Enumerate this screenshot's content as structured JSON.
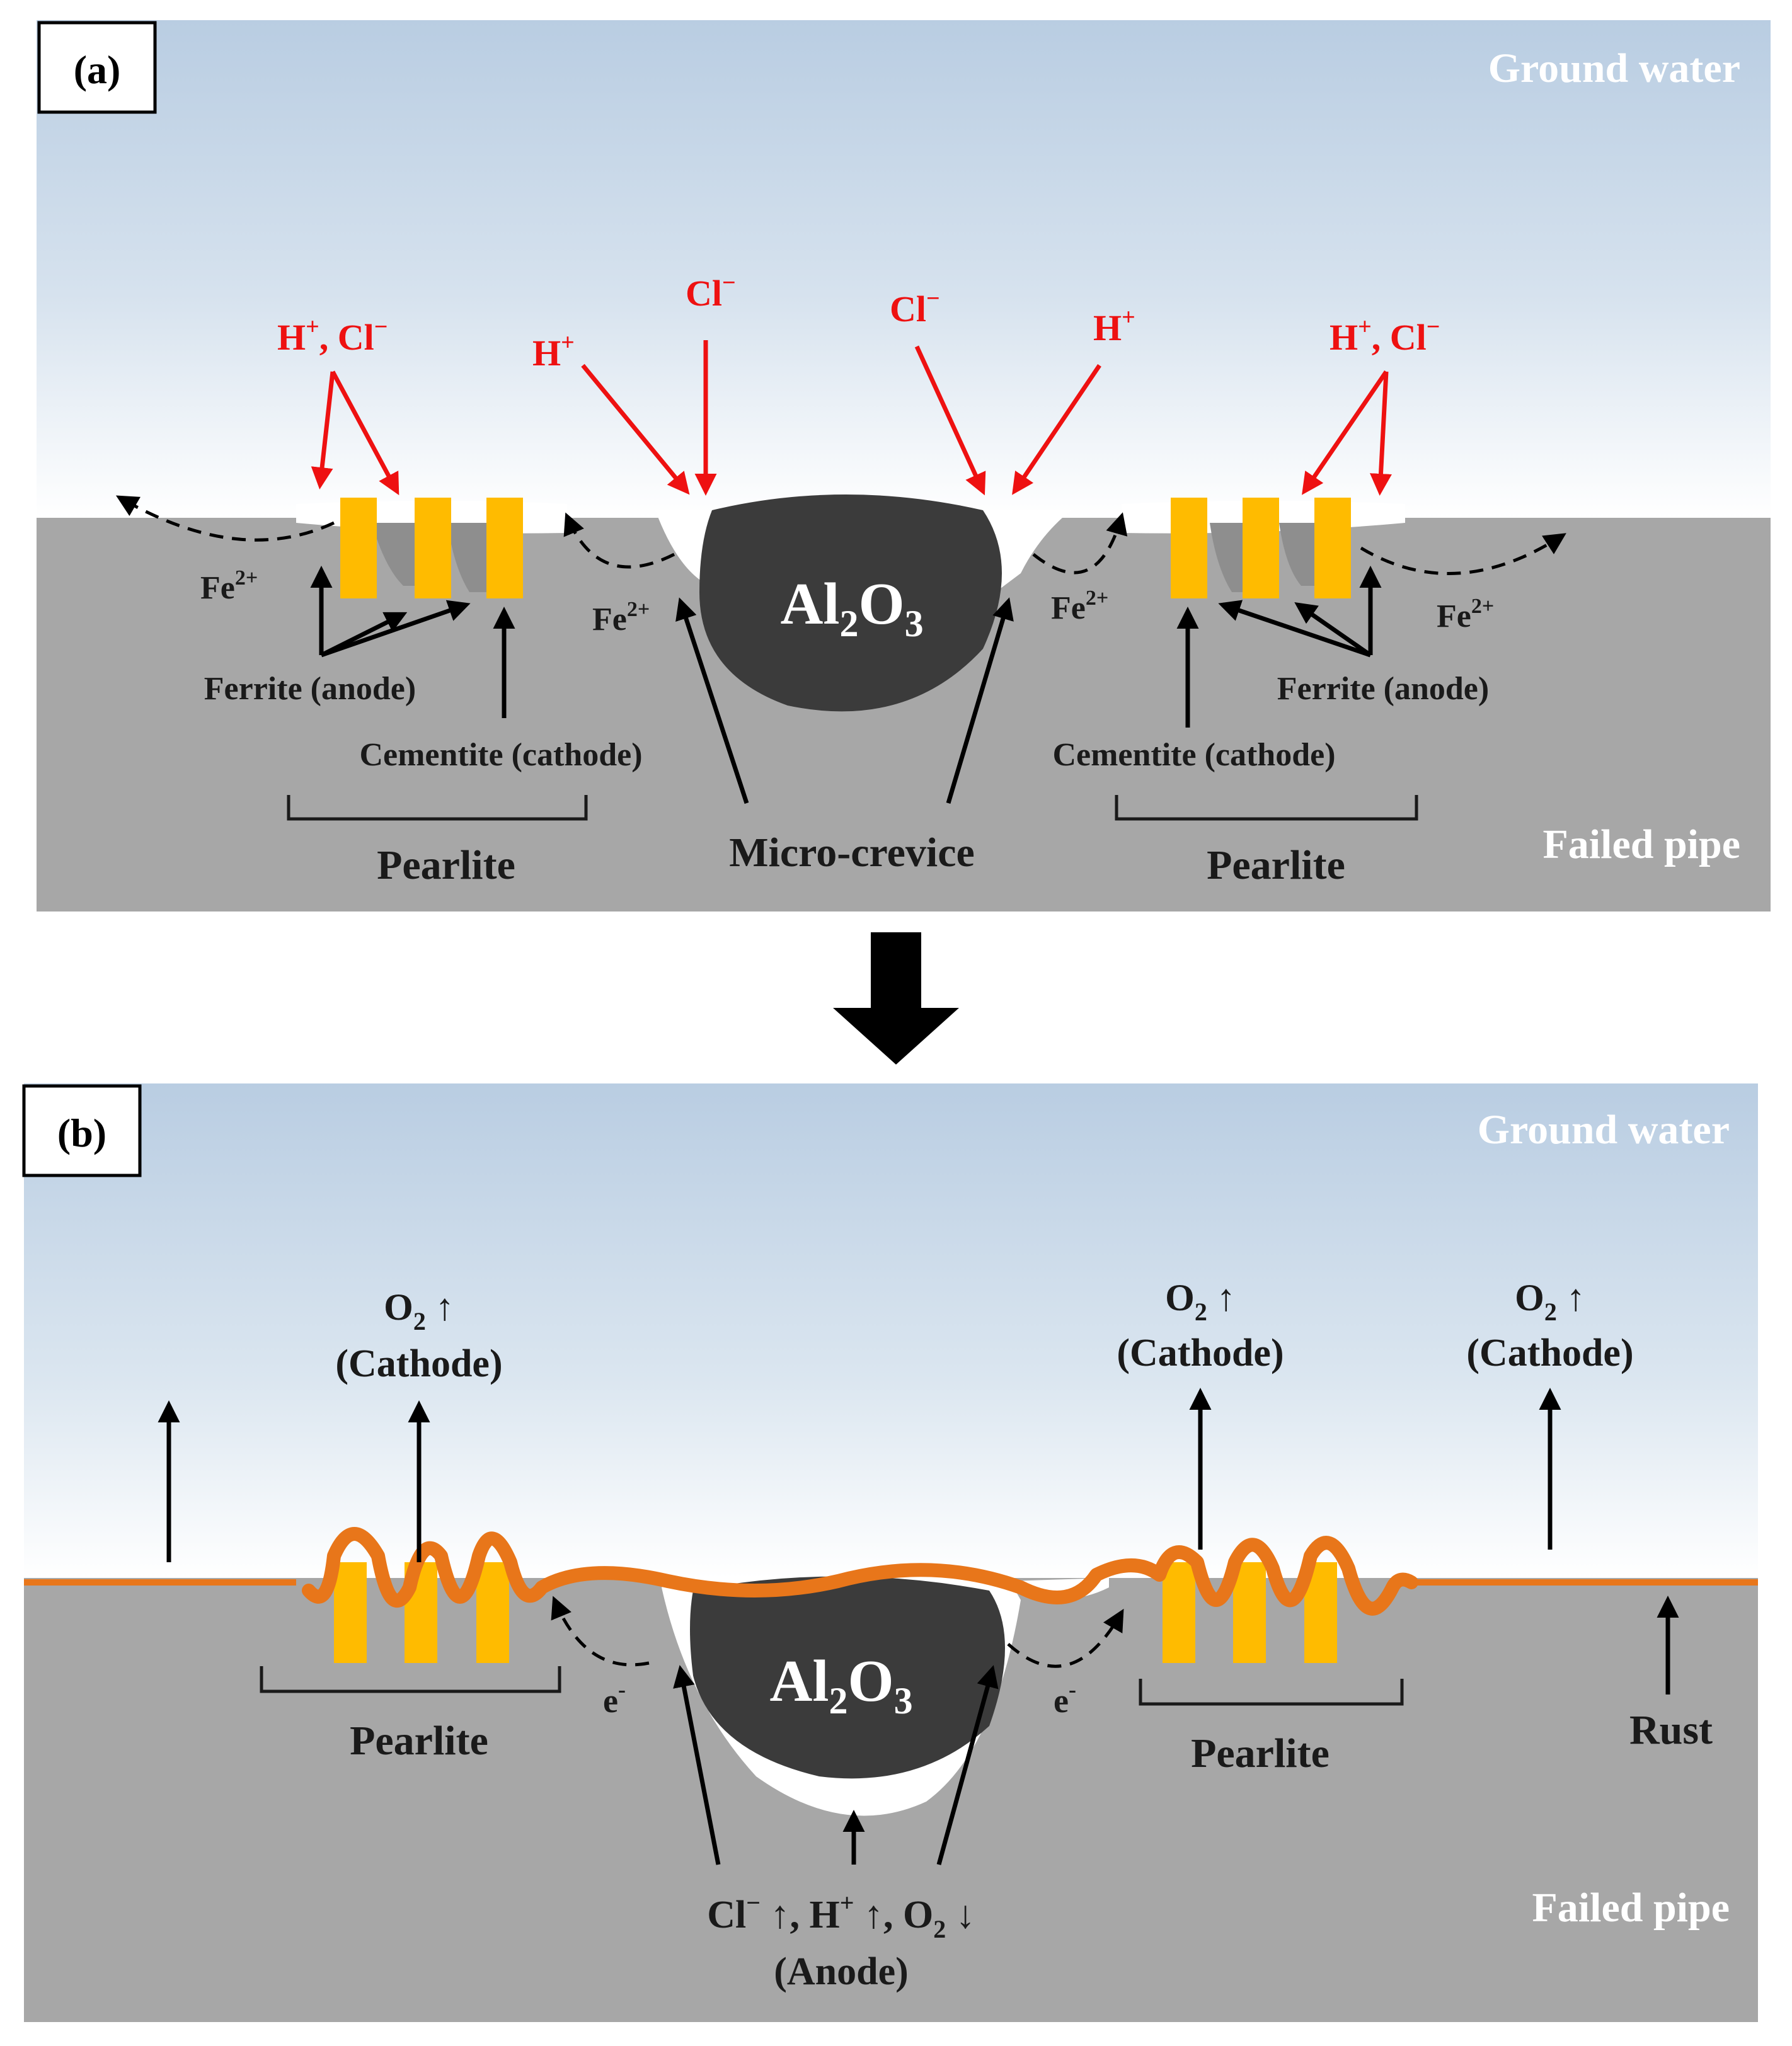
{
  "colors": {
    "water_top": "#b8cde3",
    "water_bottom": "#ffffff",
    "metal": "#a7a7a7",
    "inclusion": "#3b3b3b",
    "cementite": "#ffbb00",
    "rust": "#e8761a",
    "ion_red": "#ee1111",
    "label_dark": "#1a1a1a",
    "label_white": "#ffffff"
  },
  "panel_a": {
    "tag": "(a)",
    "ground_water": "Ground water",
    "failed_pipe": "Failed pipe",
    "inclusion": {
      "base": "Al",
      "sub1": "2",
      "mid": "O",
      "sub2": "3"
    },
    "ions": {
      "left_pair": {
        "h": "H",
        "h_sup": "+",
        "sep": ", Cl",
        "cl_sup": "−"
      },
      "h_center_left": {
        "h": "H",
        "h_sup": "+"
      },
      "cl_center_left": {
        "cl": "Cl",
        "cl_sup": "−"
      },
      "cl_center_right": {
        "cl": "Cl",
        "cl_sup": "−"
      },
      "h_center_right": {
        "h": "H",
        "h_sup": "+"
      },
      "right_pair": {
        "h": "H",
        "h_sup": "+",
        "sep": ", Cl",
        "cl_sup": "−"
      }
    },
    "fe_label": {
      "base": "Fe",
      "sup": "2+"
    },
    "ferrite_anode": "Ferrite (anode)",
    "cementite_cathode": "Cementite (cathode)",
    "pearlite": "Pearlite",
    "micro_crevice": "Micro-crevice"
  },
  "transition_arrow": "down-arrow-icon",
  "panel_b": {
    "tag": "(b)",
    "ground_water": "Ground water",
    "failed_pipe": "Failed pipe",
    "inclusion": {
      "base": "Al",
      "sub1": "2",
      "mid": "O",
      "sub2": "3"
    },
    "o2_cathode": {
      "o": "O",
      "sub": "2",
      "arrow": " ↑",
      "cathode": "(Cathode)"
    },
    "electron": {
      "e": "e",
      "sup": "-"
    },
    "pearlite": "Pearlite",
    "rust": "Rust",
    "anode_line": {
      "cl": "Cl",
      "cl_sup": "−",
      "t1": " ↑, H",
      "h_sup": "+",
      "t2": " ↑, O",
      "o_sub": "2",
      "t3": " ↓"
    },
    "anode": "(Anode)"
  }
}
